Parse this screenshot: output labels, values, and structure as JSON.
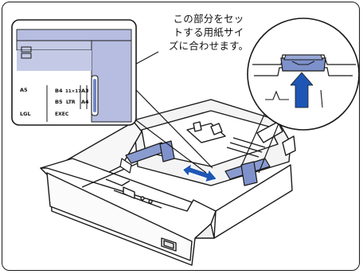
{
  "callout": {
    "lines": [
      "この部分をセッ",
      "トする用紙サイ",
      "ズに合わせます。"
    ]
  },
  "size_guide": {
    "labels": {
      "a5": "A5",
      "lgl": "LGL",
      "b4": "B4",
      "p11x17": "11×17",
      "a3": "A3",
      "b5": "B5",
      "ltr": "LTR",
      "a4": "A4",
      "exec": "EXEC"
    }
  },
  "colors": {
    "guide_blue": "#b6bde0",
    "arrow_blue": "#1e56b5",
    "slider_blue": "#6f86c6",
    "outline": "#1a1a1a"
  }
}
